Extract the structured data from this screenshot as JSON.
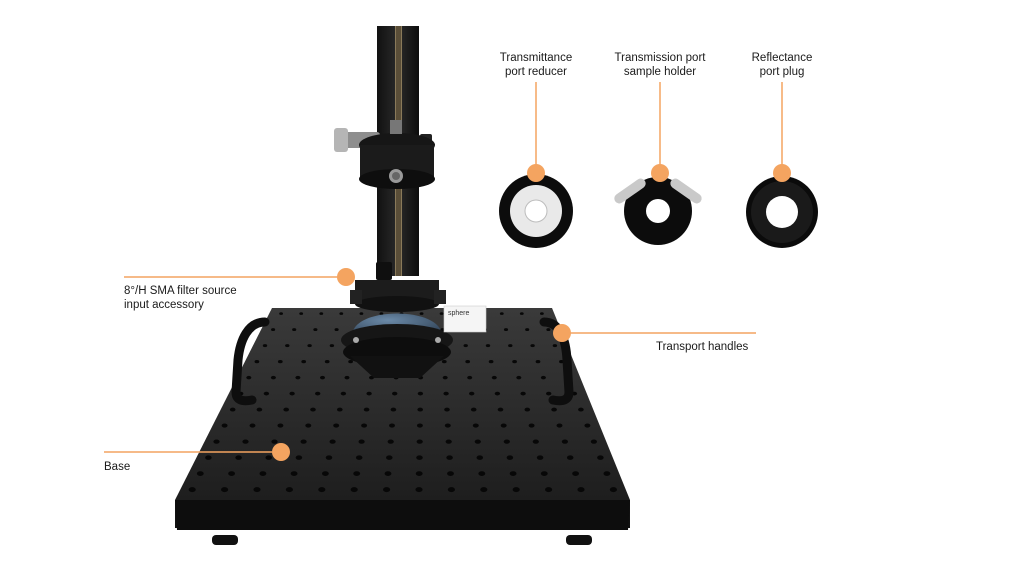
{
  "accent_color": "#f4a460",
  "callouts": {
    "transmittance_reducer": [
      "Transmittance",
      "port reducer"
    ],
    "transmission_holder": [
      "Transmission port",
      "sample holder"
    ],
    "reflectance_plug": [
      "Reflectance",
      "port plug"
    ],
    "sma_accessory": [
      "8°/H SMA filter source",
      "input accessory"
    ],
    "transport_handles": "Transport handles",
    "base": "Base"
  },
  "sphere_label": "sphere"
}
